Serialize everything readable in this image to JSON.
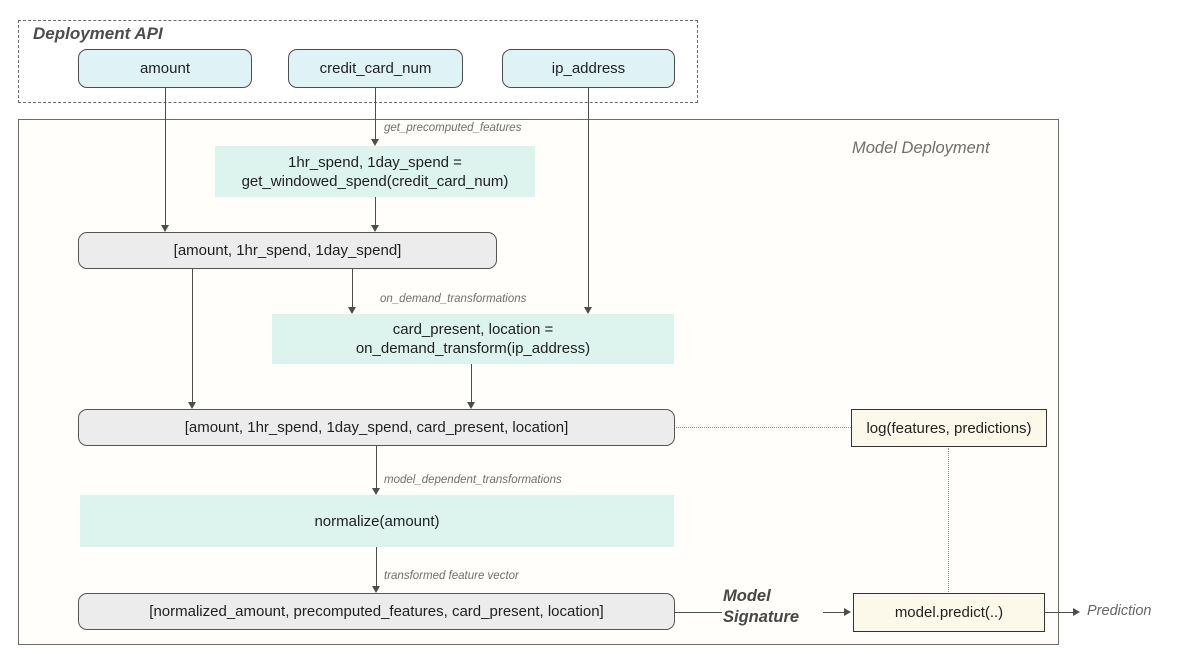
{
  "colors": {
    "cyan": "#dff2f6",
    "mint": "#ddf3ee",
    "gray": "#ececec",
    "cream": "#fcf9ea"
  },
  "deployment_api": {
    "title": "Deployment API",
    "inputs": [
      {
        "label": "amount"
      },
      {
        "label": "credit_card_num"
      },
      {
        "label": "ip_address"
      }
    ]
  },
  "container": {
    "title": "Model Deployment"
  },
  "transforms": {
    "precomputed": {
      "annotation": "get_precomputed_features",
      "line1": "1hr_spend, 1day_spend  =",
      "line2": "get_windowed_spend(credit_card_num)"
    },
    "on_demand": {
      "annotation": "on_demand_transformations",
      "line1": "card_present, location =",
      "line2": "on_demand_transform(ip_address)"
    },
    "model_dependent": {
      "annotation": "model_dependent_transformations",
      "line1": "normalize(amount)"
    }
  },
  "feature_vectors": {
    "v1": "[amount, 1hr_spend, 1day_spend]",
    "v2": "[amount, 1hr_spend, 1day_spend, card_present, location]",
    "v3": "[normalized_amount, precomputed_features, card_present, location]"
  },
  "annotations": {
    "transformed_vector": "transformed feature vector"
  },
  "logging": {
    "label": "log(features, predictions)"
  },
  "model": {
    "predict_label": "model.predict(..)",
    "signature_line1": "Model",
    "signature_line2": "Signature",
    "output_label": "Prediction"
  }
}
